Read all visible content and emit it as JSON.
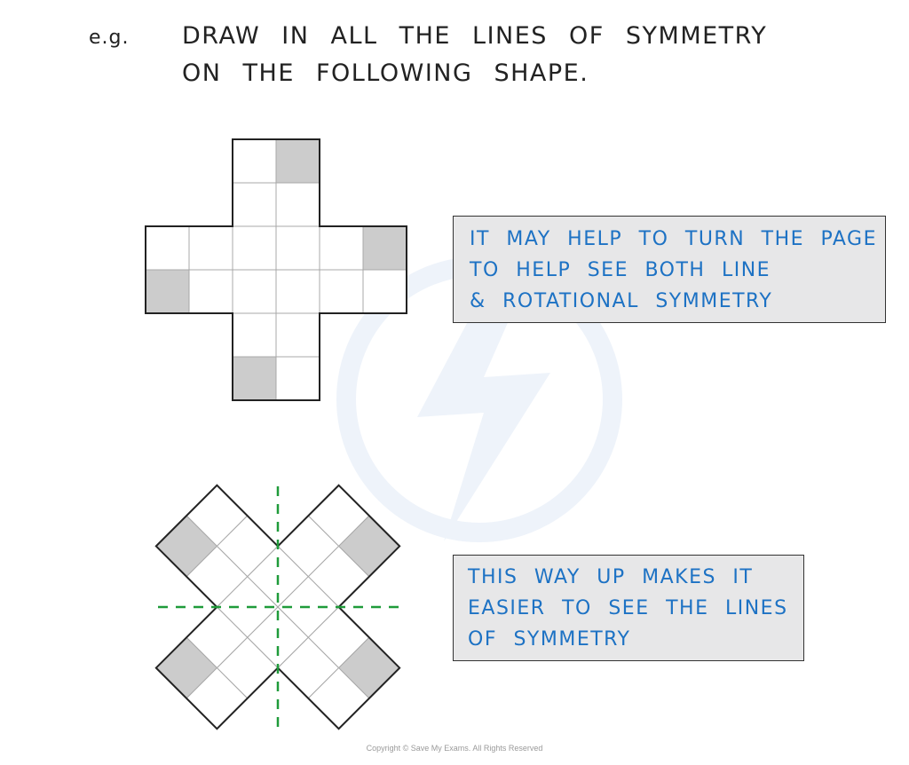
{
  "example_label": "e.g.",
  "question": {
    "line1": "DRAW IN ALL THE LINES OF SYMMETRY",
    "line2": "ON THE FOLLOWING SHAPE."
  },
  "note_turn_page": {
    "line1": "IT MAY HELP TO TURN THE PAGE",
    "line2": "TO HELP SEE BOTH LINE",
    "line3": "& ROTATIONAL SYMMETRY"
  },
  "note_this_way_up": {
    "line1": "THIS WAY UP MAKES IT",
    "line2": "EASIER TO SEE THE LINES",
    "line3": "OF SYMMETRY"
  },
  "shape": {
    "grid_cols": 6,
    "grid_rows": 6,
    "cells": [
      [
        2,
        0
      ],
      [
        3,
        0
      ],
      [
        2,
        1
      ],
      [
        3,
        1
      ],
      [
        0,
        2
      ],
      [
        1,
        2
      ],
      [
        2,
        2
      ],
      [
        3,
        2
      ],
      [
        4,
        2
      ],
      [
        5,
        2
      ],
      [
        0,
        3
      ],
      [
        1,
        3
      ],
      [
        2,
        3
      ],
      [
        3,
        3
      ],
      [
        4,
        3
      ],
      [
        5,
        3
      ],
      [
        2,
        4
      ],
      [
        3,
        4
      ],
      [
        2,
        5
      ],
      [
        3,
        5
      ]
    ],
    "shaded_cells": [
      [
        3,
        0
      ],
      [
        5,
        2
      ],
      [
        0,
        3
      ],
      [
        2,
        5
      ]
    ],
    "fill_color": "#ffffff",
    "shaded_color": "#cccccc",
    "outline_color": "#222222",
    "gridline_color": "#a8a8a8"
  },
  "symmetry_lines": {
    "count": 2,
    "color": "#1f9b3a",
    "orientations": [
      "vertical",
      "horizontal"
    ]
  },
  "watermark_color": "#eef3fa",
  "copyright": "Copyright © Save My Exams. All Rights Reserved"
}
